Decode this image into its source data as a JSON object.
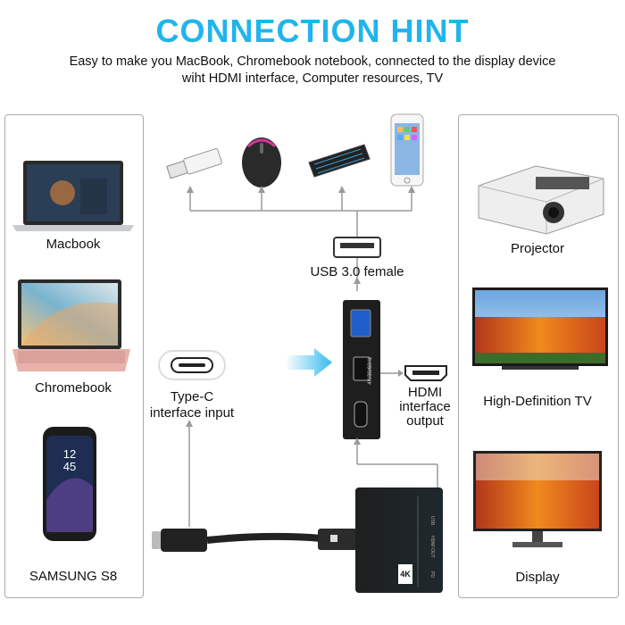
{
  "header": {
    "title": "CONNECTION HINT",
    "subtitle_line1": "Easy to make you MacBook, Chromebook notebook, connected to the display device",
    "subtitle_line2": "wiht HDMI interface, Computer resources, TV"
  },
  "left_panel": {
    "devices": [
      {
        "label": "Macbook",
        "icon": "macbook-icon"
      },
      {
        "label": "Chromebook",
        "icon": "chromebook-icon"
      },
      {
        "label": "SAMSUNG S8",
        "icon": "samsung-s8-icon"
      }
    ]
  },
  "right_panel": {
    "devices": [
      {
        "label": "Projector",
        "icon": "projector-icon"
      },
      {
        "label": "High-Definition TV",
        "icon": "hdtv-icon"
      },
      {
        "label": "Display",
        "icon": "display-monitor-icon"
      }
    ]
  },
  "center": {
    "usb_peripherals": [
      "usb-flash-drive-icon",
      "gaming-mouse-icon",
      "keyboard-icon",
      "smartphone-icon"
    ],
    "usb_label": "USB 3.0 female",
    "typec_line1": "Type-C",
    "typec_line2": "interface input",
    "hdmi_line1": "HDMI",
    "hdmi_line2": "interface",
    "hdmi_line3": "output",
    "adapter_text_4k": "4K",
    "adapter_side_text": "4K/30/60Hz",
    "adapter_port_labels": [
      "USB",
      "HDMI OUT",
      "PD"
    ]
  },
  "colors": {
    "title": "#21b4ec",
    "arrow": "#21b4ec",
    "connector_lines": "#9a9a9a",
    "panel_border": "#a9a9a9",
    "adapter_body": "#1e1e1e"
  }
}
